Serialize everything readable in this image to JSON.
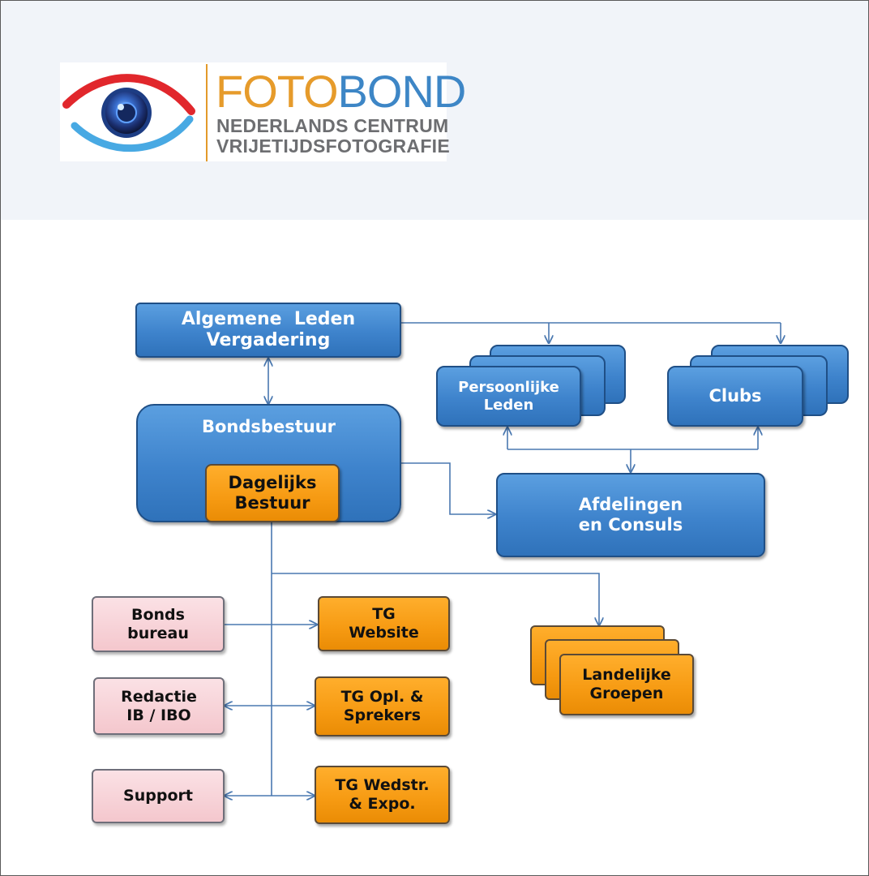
{
  "logo": {
    "word_part1": "FOTO",
    "word_part2": "BOND",
    "line1": "NEDERLANDS CENTRUM",
    "line2": "VRIJETIJDSFOTOGRAFIE",
    "colors": {
      "foto": "#e69b2b",
      "bond": "#3d86c6",
      "eye_top": "#e1272c",
      "eye_bottom": "#48a9e3"
    }
  },
  "nodes": {
    "alv": {
      "line1": "Algemene  Leden",
      "line2": "Vergadering"
    },
    "bondsbestuur": {
      "label": "Bondsbestuur"
    },
    "dagelijks": {
      "line1": "Dagelijks",
      "line2": "Bestuur"
    },
    "persoonlijke": {
      "line1": "Persoonlijke",
      "line2": "Leden"
    },
    "clubs": {
      "label": "Clubs"
    },
    "afdelingen": {
      "line1": "Afdelingen",
      "line2": "en Consuls"
    },
    "bonds_bureau": {
      "line1": "Bonds",
      "line2": "bureau"
    },
    "redactie": {
      "line1": "Redactie",
      "line2": "IB / IBO"
    },
    "support": {
      "label": "Support"
    },
    "tg_website": {
      "line1": "TG",
      "line2": "Website"
    },
    "tg_opl": {
      "line1": "TG Opl. &",
      "line2": "Sprekers"
    },
    "tg_wedstr": {
      "line1": "TG Wedstr.",
      "line2": "& Expo."
    },
    "landelijke": {
      "line1": "Landelijke",
      "line2": "Groepen"
    }
  },
  "colors": {
    "blue": "#3e83cc",
    "orange": "#f69a12",
    "pink": "#f6cfd4",
    "connector": "#4a78b0"
  }
}
